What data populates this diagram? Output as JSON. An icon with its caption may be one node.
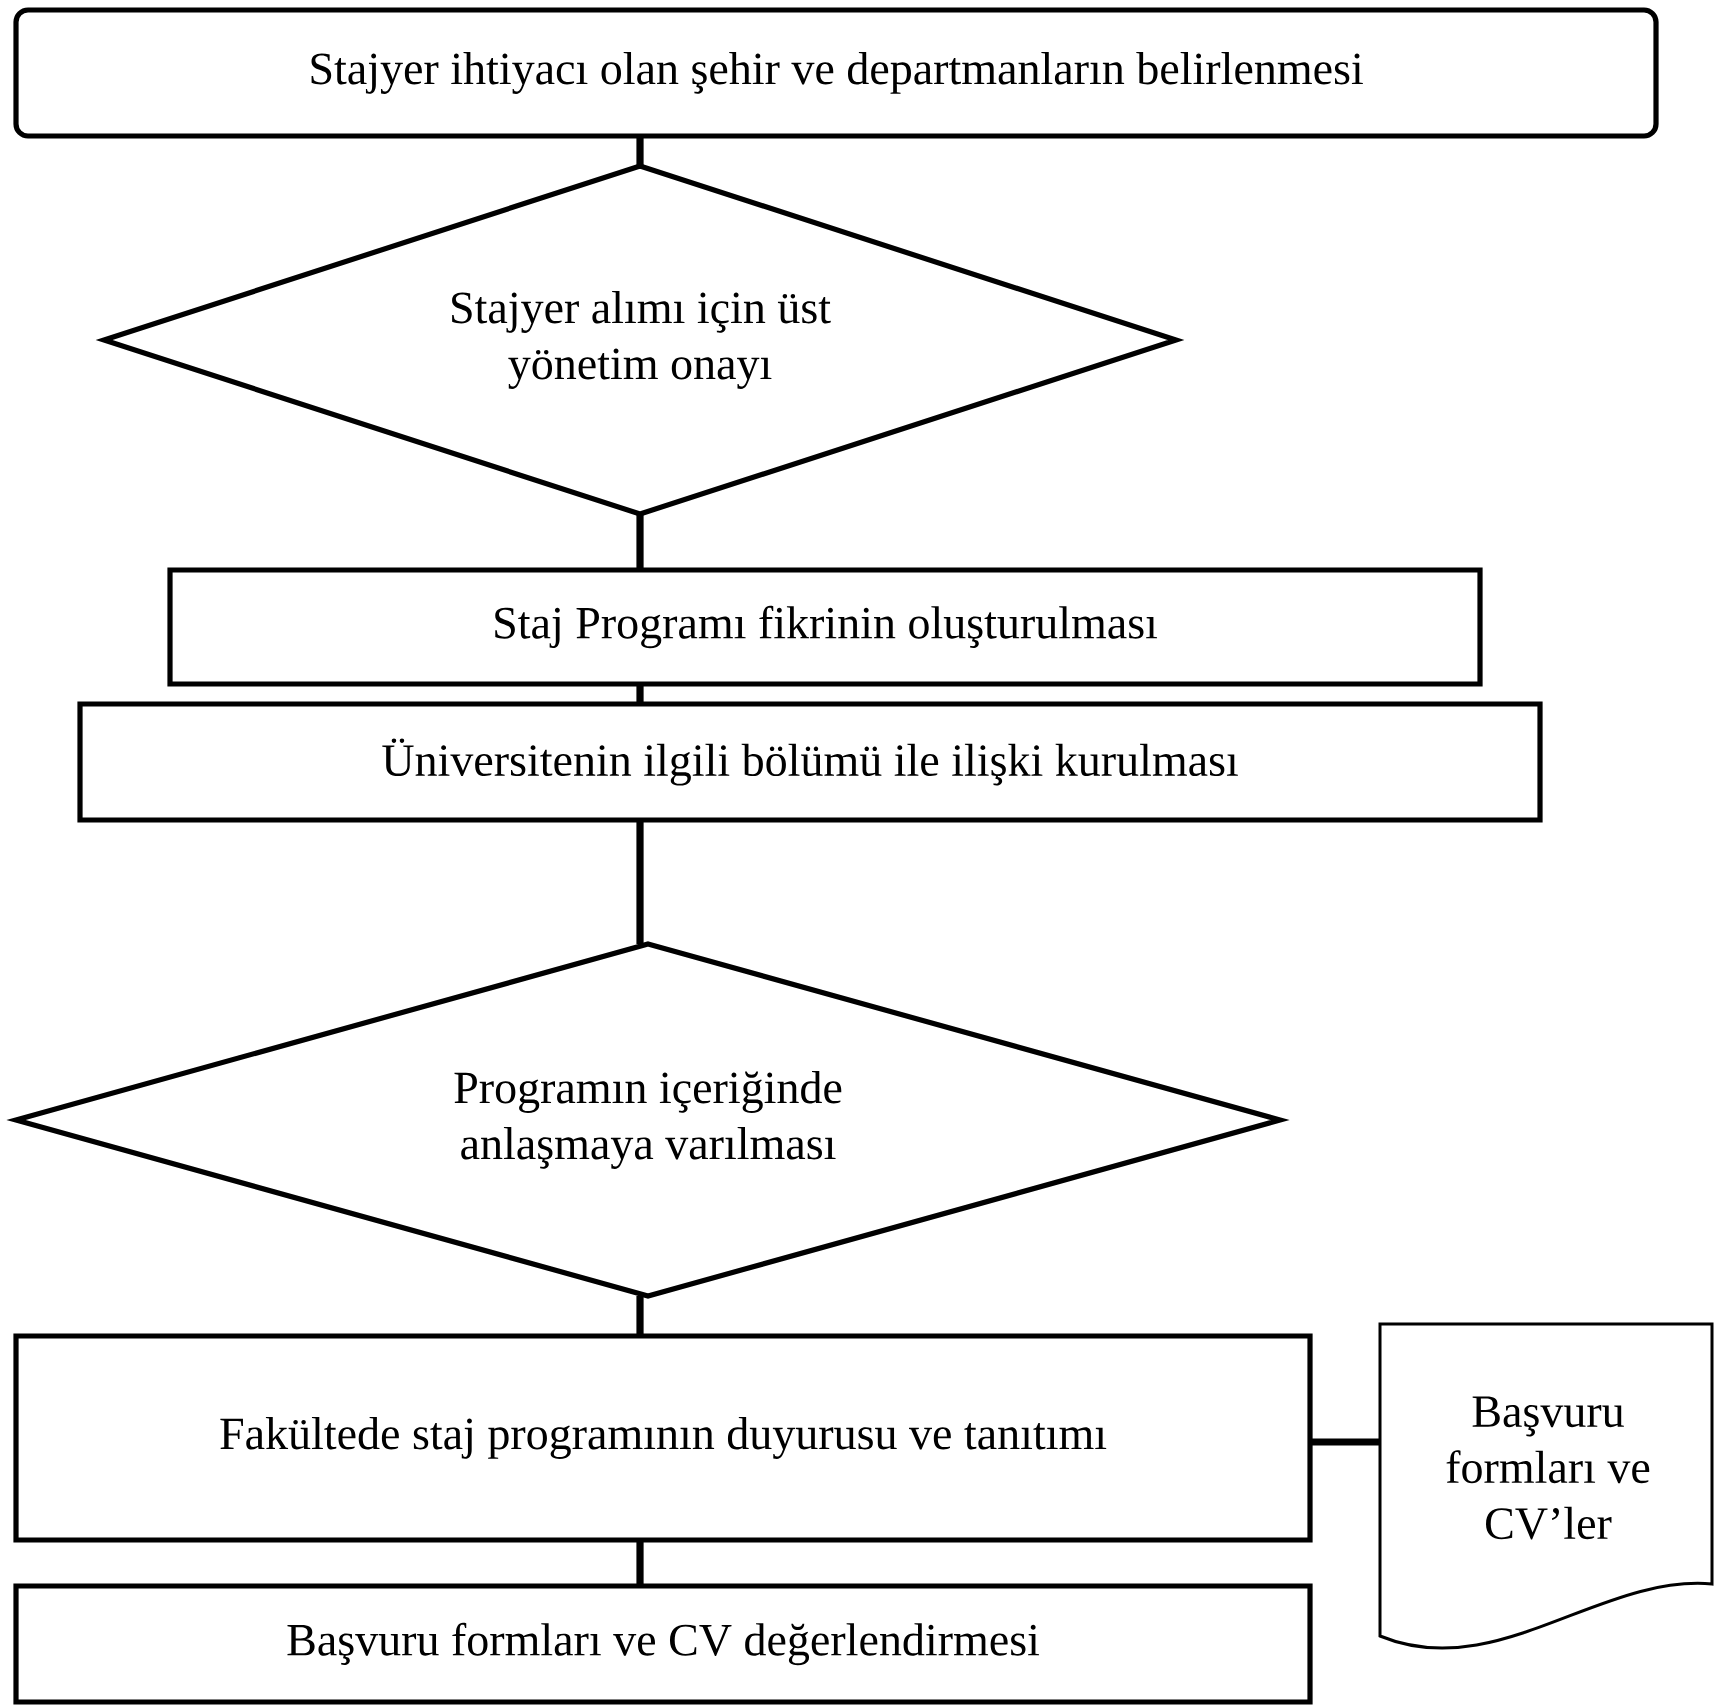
{
  "diagram": {
    "nodes": [
      {
        "text": [
          "Stajyer ihtiyacı olan şehir ve departmanların belirlenmesi"
        ]
      },
      {
        "text": [
          "Stajyer alımı için üst yönetim onayı"
        ]
      },
      {
        "text": [
          "Staj Programı fikrinin oluşturulması"
        ]
      },
      {
        "text": [
          "Üniversitenin ilgili bölümü ile ilişki kurulması"
        ]
      },
      {
        "text": [
          "Programın içeriğinde anlaşmaya varılması"
        ]
      },
      {
        "text": [
          "Fakültede staj programının duyurusu ve tanıtımı"
        ]
      },
      {
        "text": [
          "Başvuru formları ve CV’ler"
        ]
      },
      {
        "text": [
          "Başvuru formları ve CV  değerlendirmesi"
        ]
      }
    ],
    "edges": [
      {
        "from": 0,
        "to": 1,
        "arrow": "none"
      },
      {
        "from": 1,
        "to": 2,
        "arrow": "none"
      },
      {
        "from": 2,
        "to": 3,
        "arrow": "none"
      },
      {
        "from": 3,
        "to": 4,
        "arrow": "none"
      },
      {
        "from": 4,
        "to": 5,
        "arrow": "none"
      },
      {
        "from": 5,
        "to": 6,
        "arrow": "none"
      },
      {
        "from": 5,
        "to": 7,
        "arrow": "none"
      }
    ]
  }
}
